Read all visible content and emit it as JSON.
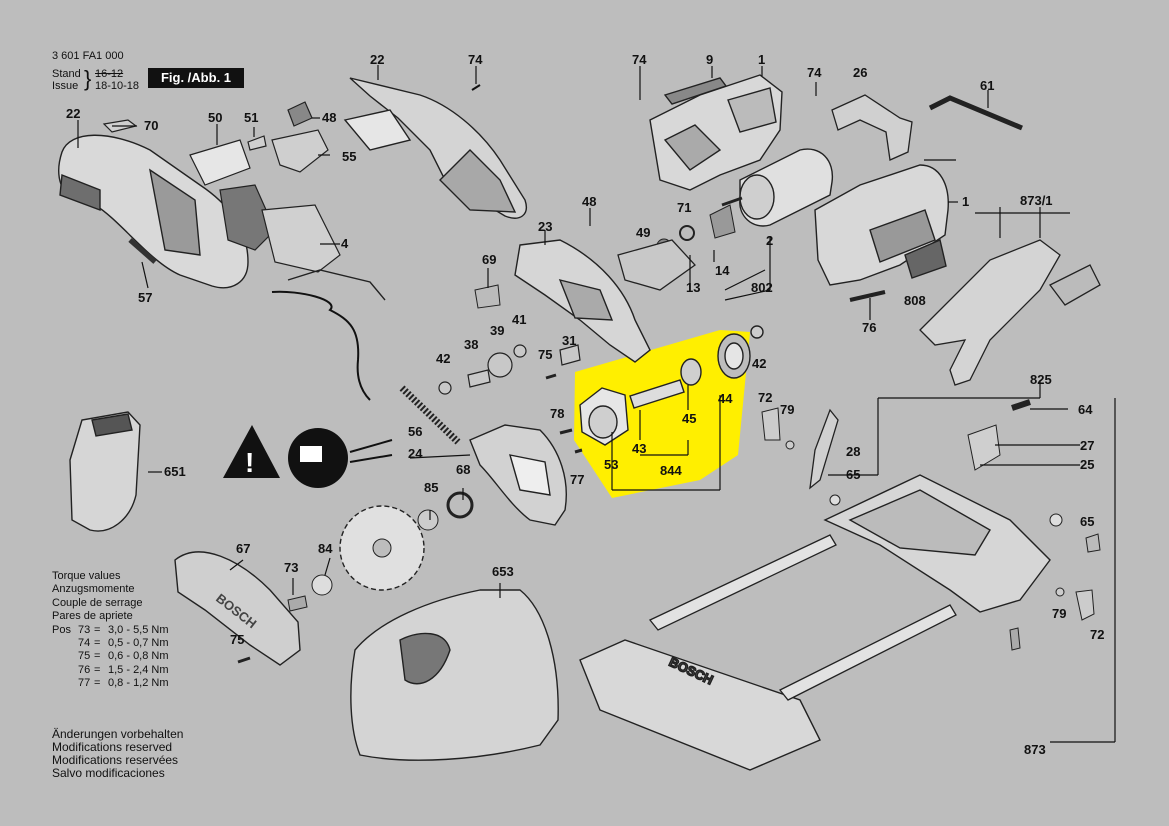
{
  "header": {
    "part_number": "3 601 FA1 000",
    "stand_label": "Stand",
    "issue_label": "Issue",
    "stand_value": "16-12",
    "issue_value": "18-10-18",
    "figure_label": "Fig. /Abb. 1"
  },
  "torque": {
    "lines": [
      "Torque values",
      "Anzugsmomente",
      "Couple de serrage",
      "Pares de apriete"
    ],
    "pos_label": "Pos",
    "rows": [
      {
        "pos": "73",
        "value": "3,0 - 5,5 Nm"
      },
      {
        "pos": "74",
        "value": "0,5 - 0,7 Nm"
      },
      {
        "pos": "75",
        "value": "0,6 - 0,8 Nm"
      },
      {
        "pos": "76",
        "value": "1,5 - 2,4 Nm"
      },
      {
        "pos": "77",
        "value": "0,8 - 1,2 Nm"
      }
    ]
  },
  "notes": [
    "Änderungen vorbehalten",
    "Modifications reserved",
    "Modifications reservées",
    "Salvo modificaciones"
  ],
  "brand": "BOSCH",
  "highlight_color": "#ffef00",
  "part_labels": [
    "22",
    "74",
    "9",
    "1",
    "74",
    "26",
    "61",
    "22",
    "70",
    "50",
    "51",
    "48",
    "55",
    "74",
    "4",
    "1",
    "873/1",
    "57",
    "48",
    "71",
    "23",
    "49",
    "2",
    "69",
    "14",
    "13",
    "802",
    "808",
    "76",
    "41",
    "39",
    "38",
    "31",
    "42",
    "75",
    "42",
    "44",
    "78",
    "43",
    "45",
    "72",
    "79",
    "53",
    "844",
    "77",
    "64",
    "56",
    "24",
    "68",
    "28",
    "27",
    "25",
    "651",
    "65",
    "85",
    "65",
    "67",
    "84",
    "653",
    "73",
    "79",
    "75",
    "72",
    "873"
  ]
}
